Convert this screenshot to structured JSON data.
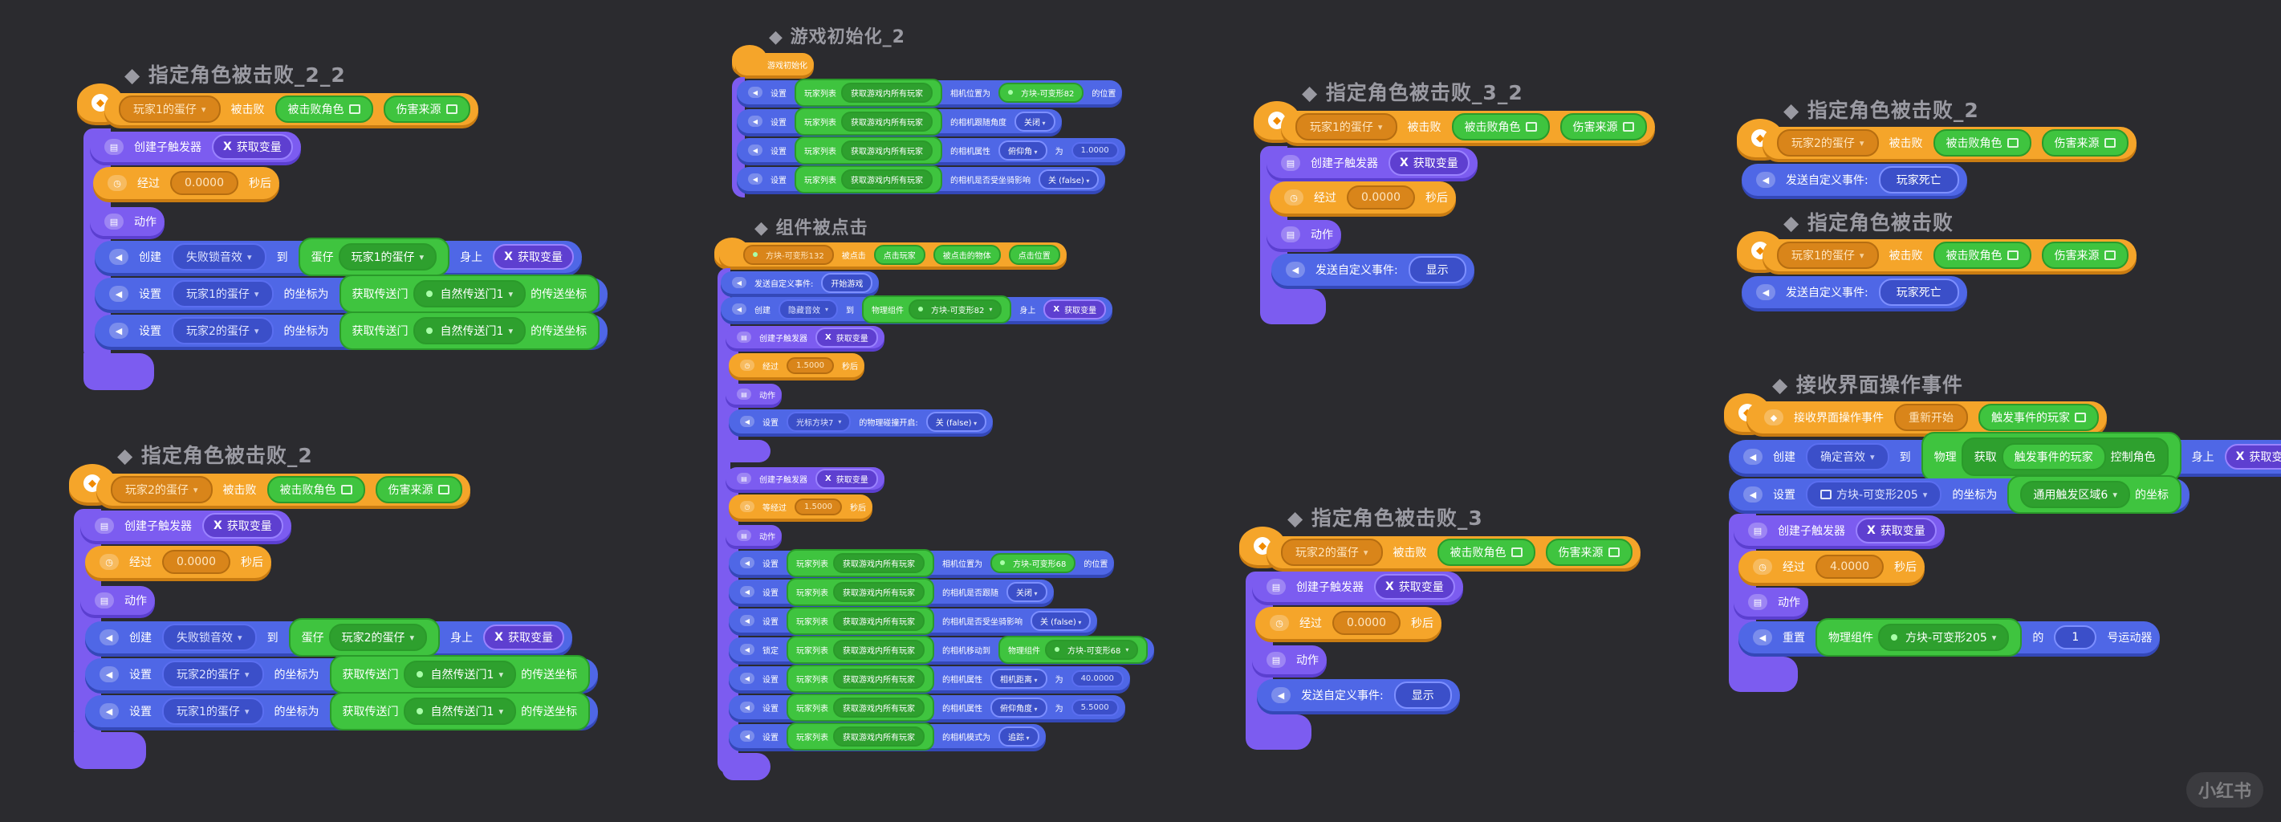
{
  "titles": {
    "s1": "◆ 指定角色被击败_2_2",
    "s2": "◆ 指定角色被击败_2",
    "s3": "◆ 游戏初始化_2",
    "s4": "◆ 组件被点击",
    "s5": "◆ 指定角色被击败_3_2",
    "s6": "◆ 指定角色被击败_3",
    "s7": "◆ 指定角色被击败_2",
    "s8": "◆ 指定角色被击败",
    "s9": "◆ 接收界面操作事件"
  },
  "common": {
    "defeated": "被击败",
    "defeat_role": "被击败角色",
    "damage_source": "伤害来源",
    "create_trigger": "创建子触发器",
    "get_var": "获取变量",
    "after": "经过",
    "seconds_after": "秒后",
    "action": "动作",
    "create": "创建",
    "to": "到",
    "on": "身上",
    "set": "设置",
    "coord_is": "的坐标为",
    "get_portal": "获取传送门",
    "portal_coord": "的传送坐标",
    "send_event": "发送自定义事件:",
    "is": "为",
    "zero": "0.0000",
    "fail_sfx": "失败锁音效"
  },
  "s1": {
    "player": "玩家1的蛋仔",
    "wait": "0.0000",
    "create_target": "玩家1的蛋仔",
    "body": "蛋仔",
    "set1_target": "玩家1的蛋仔",
    "set2_target": "玩家2的蛋仔",
    "portal1": "自然传送门1",
    "portal2": "自然传送门1"
  },
  "s2": {
    "player": "玩家2的蛋仔",
    "wait": "0.0000",
    "create_target": "玩家2的蛋仔",
    "body": "蛋仔",
    "set1_target": "玩家2的蛋仔",
    "set2_target": "玩家1的蛋仔",
    "portal1": "自然传送门1",
    "portal2": "自然传送门1"
  },
  "s3": {
    "hat": "游戏初始化",
    "r1": [
      "设置",
      "玩家列表",
      "获取游戏内所有玩家",
      "相机位置为",
      "方块-可变形82",
      "的位置"
    ],
    "r2": [
      "设置",
      "玩家列表",
      "获取游戏内所有玩家",
      "的相机跟随角度",
      "关闭"
    ],
    "r3": [
      "设置",
      "玩家列表",
      "获取游戏内所有玩家",
      "的相机属性",
      "俯仰角",
      "为",
      "1.0000"
    ],
    "r4": [
      "设置",
      "玩家列表",
      "获取游戏内所有玩家",
      "的相机是否受坐骑影响",
      "关 (false)"
    ]
  },
  "s4": {
    "hat": [
      "方块-可变形132",
      "被点击",
      "点击玩家",
      "被点击的物体",
      "点击位置"
    ],
    "send": "开始游戏",
    "create": [
      "创建",
      "隐藏音效",
      "到",
      "物理组件",
      "方块-可变形82",
      "身上",
      "获取变量"
    ],
    "ct1_wait": "1.5000",
    "ct1_set": [
      "设置",
      "光标方块7",
      "的物理碰撞开启:",
      "关 (false)"
    ],
    "ct2_wait": "1.5000",
    "ct2_wait_label": "等经过",
    "rows": [
      [
        "设置",
        "玩家列表",
        "获取游戏内所有玩家",
        "相机位置为",
        "方块-可变形68",
        "的位置"
      ],
      [
        "设置",
        "玩家列表",
        "获取游戏内所有玩家",
        "的相机是否跟随",
        "关闭"
      ],
      [
        "设置",
        "玩家列表",
        "获取游戏内所有玩家",
        "的相机是否受坐骑影响",
        "关 (false)"
      ],
      [
        "锁定",
        "玩家列表",
        "获取游戏内所有玩家",
        "的相机移动到",
        "物理组件",
        "方块-可变形68"
      ],
      [
        "设置",
        "玩家列表",
        "获取游戏内所有玩家",
        "的相机属性",
        "相机距离",
        "为",
        "40.0000"
      ],
      [
        "设置",
        "玩家列表",
        "获取游戏内所有玩家",
        "的相机属性",
        "俯仰角度",
        "为",
        "5.5000"
      ],
      [
        "设置",
        "玩家列表",
        "获取游戏内所有玩家",
        "的相机模式为",
        "追踪"
      ]
    ]
  },
  "s5": {
    "player": "玩家1的蛋仔",
    "wait": "0.0000",
    "send": "显示"
  },
  "s6": {
    "player": "玩家2的蛋仔",
    "wait": "0.0000",
    "send": "显示"
  },
  "s7": {
    "player": "玩家2的蛋仔",
    "send": "玩家死亡"
  },
  "s8": {
    "player": "玩家1的蛋仔",
    "send": "玩家死亡"
  },
  "s9": {
    "hat_label": "接收界面操作事件",
    "event": "重新开始",
    "trigger_player": "触发事件的玩家",
    "create_item": "确定音效",
    "physics": "物理",
    "get": "获取",
    "control_role": "控制角色",
    "set_target": "方块-可变形205",
    "use_area": "通用触发区域6",
    "wait": "4.0000",
    "reset": "重置",
    "phys_comp": "物理组件",
    "phys_target": "方块-可变形205",
    "of": "的",
    "motor_num": "1",
    "motor": "号运动器",
    "coord_of": "的坐标"
  },
  "watermark": "小红书"
}
